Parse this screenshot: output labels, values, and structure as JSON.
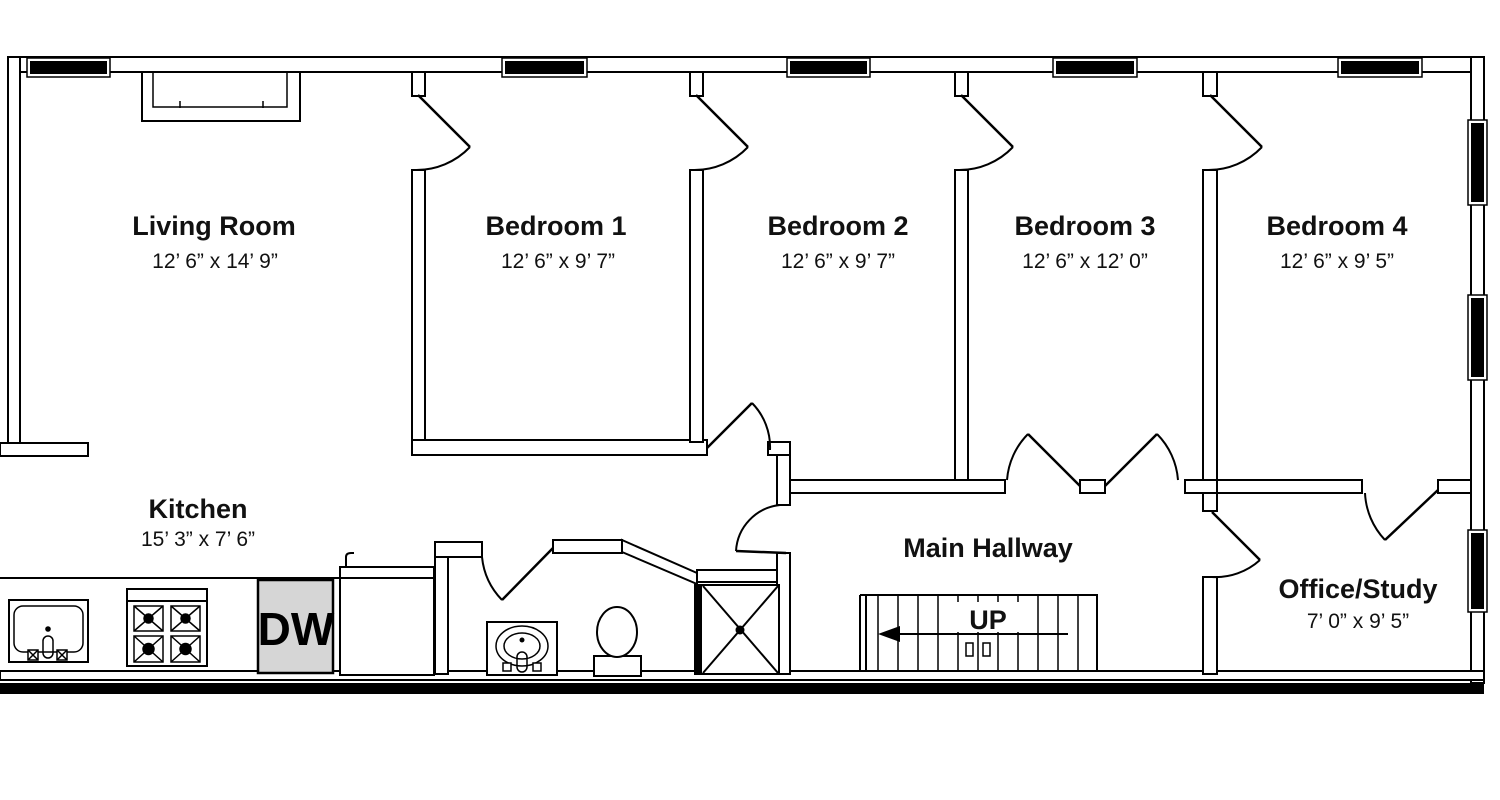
{
  "floor_plan": {
    "colors": {
      "background": "#ffffff",
      "line": "#000000",
      "dishwasher_fill": "#d6d6d6"
    },
    "rooms": [
      {
        "name": "Living Room",
        "dimensions": "12’ 6” x 14’ 9”"
      },
      {
        "name": "Bedroom 1",
        "dimensions": "12’ 6” x 9’ 7”"
      },
      {
        "name": "Bedroom 2",
        "dimensions": "12’ 6” x 9’ 7”"
      },
      {
        "name": "Bedroom 3",
        "dimensions": "12’ 6” x 12’ 0”"
      },
      {
        "name": "Bedroom 4",
        "dimensions": "12’ 6” x 9’ 5”"
      },
      {
        "name": "Kitchen",
        "dimensions": "15’ 3” x 7’ 6”"
      },
      {
        "name": "Main Hallway",
        "dimensions": ""
      },
      {
        "name": "Office/Study",
        "dimensions": "7’ 0” x 9’ 5”"
      }
    ],
    "fixtures": {
      "dishwasher": "DW",
      "stairs": "UP"
    }
  }
}
